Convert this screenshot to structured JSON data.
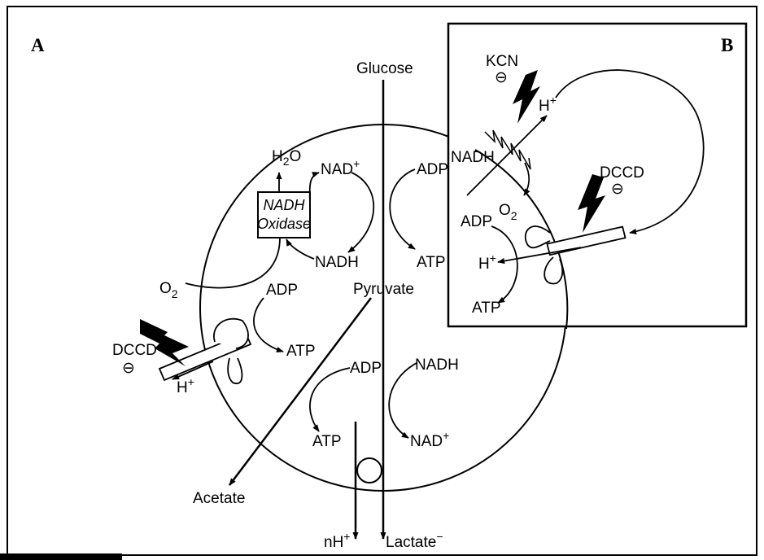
{
  "panels": {
    "a": "A",
    "b": "B"
  },
  "labels": {
    "glucose": "Glucose",
    "pyruvate": "Pyruvate",
    "acetate": "Acetate",
    "nh": "nH",
    "lactate": "Lactate",
    "lactate_charge": "−",
    "h2o_h": "H",
    "h2o_2": "2",
    "h2o_o": "O",
    "oxidase_line1": "NADH",
    "oxidase_line2": "Oxidase",
    "nad_plus": "NAD",
    "nadh": "NADH",
    "adp": "ADP",
    "atp": "ATP",
    "o": "O",
    "sub2": "2",
    "h": "H",
    "plus": "+",
    "dccd": "DCCD",
    "kcn": "KCN",
    "inhibit": "⊖"
  },
  "colors": {
    "ink": "#000000",
    "background": "#ffffff"
  }
}
